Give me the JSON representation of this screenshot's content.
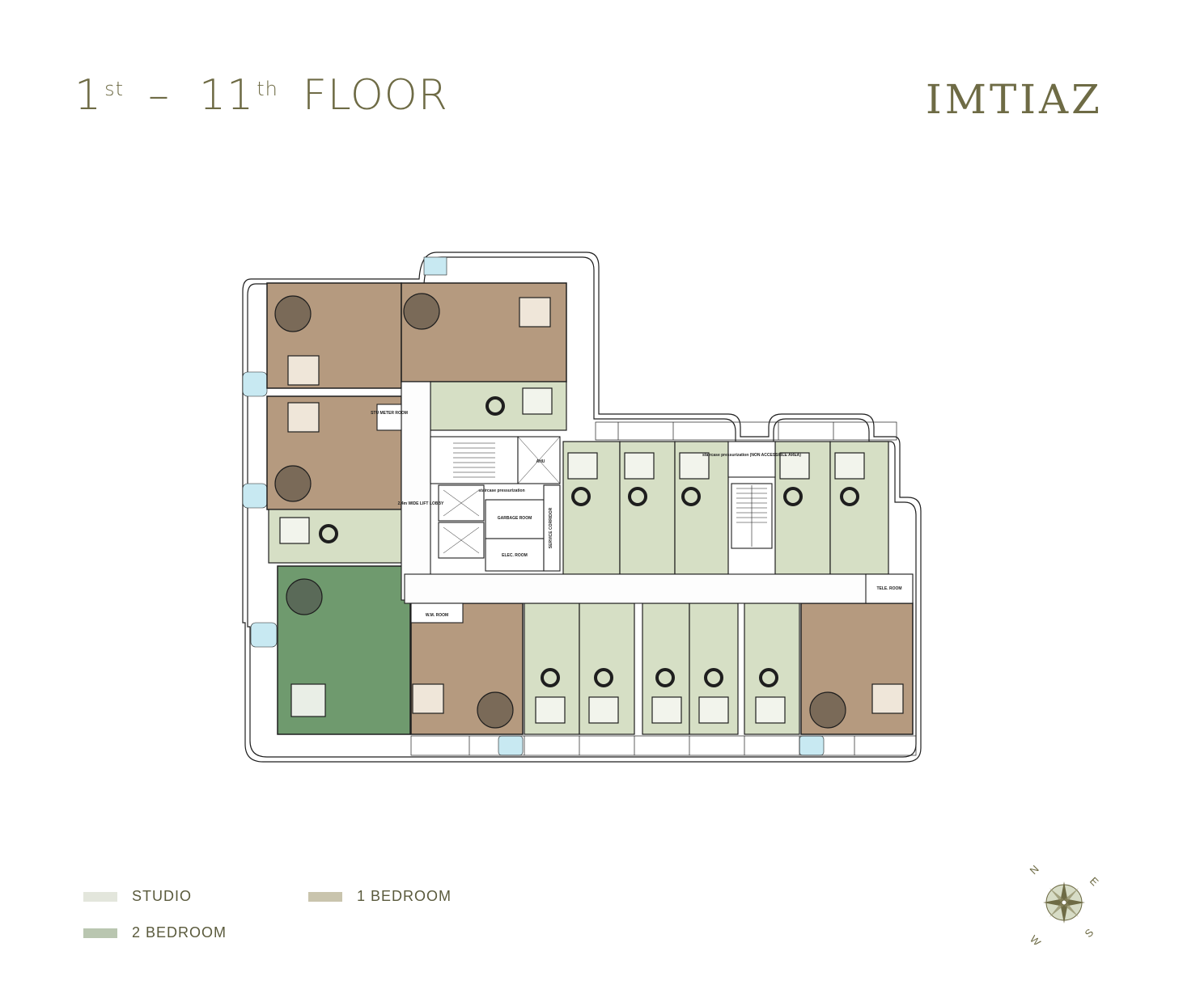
{
  "title": {
    "from_num": "1",
    "from_sup": "st",
    "dash": "–",
    "to_num": "11",
    "to_sup": "th",
    "label": "FLOOR"
  },
  "brand": "IMTIAZ",
  "legend": [
    {
      "label": "STUDIO",
      "color": "#e3e6dc"
    },
    {
      "label": "1 BEDROOM",
      "color": "#c9c4ad"
    },
    {
      "label": "2 BEDROOM",
      "color": "#b9c6b0"
    }
  ],
  "colors": {
    "studio": "#d6dfc5",
    "one_bedroom": "#b59a7f",
    "two_bedroom": "#6f9a6e",
    "window": "#c8e9f2",
    "ink": "#1e1e1e",
    "brand": "#6e6b45"
  },
  "rooms": {
    "stu_meter": "STU METER ROOM",
    "lift_lobby": "2.4m WIDE LIFT LOBBY",
    "ahu": "AHU",
    "staircase_pressurization": "staircase pressurization",
    "garbage": "GARBAGE ROOM",
    "service_corridor": "SERVICE CORRIDOR",
    "elec": "ELEC. ROOM",
    "staircase_na": "staircase pressurization (NON ACCESSIBLE AREA)",
    "tele": "TELE. ROOM",
    "wm": "W.M. ROOM"
  },
  "compass": {
    "n": "N",
    "e": "E",
    "s": "S",
    "w": "W"
  }
}
